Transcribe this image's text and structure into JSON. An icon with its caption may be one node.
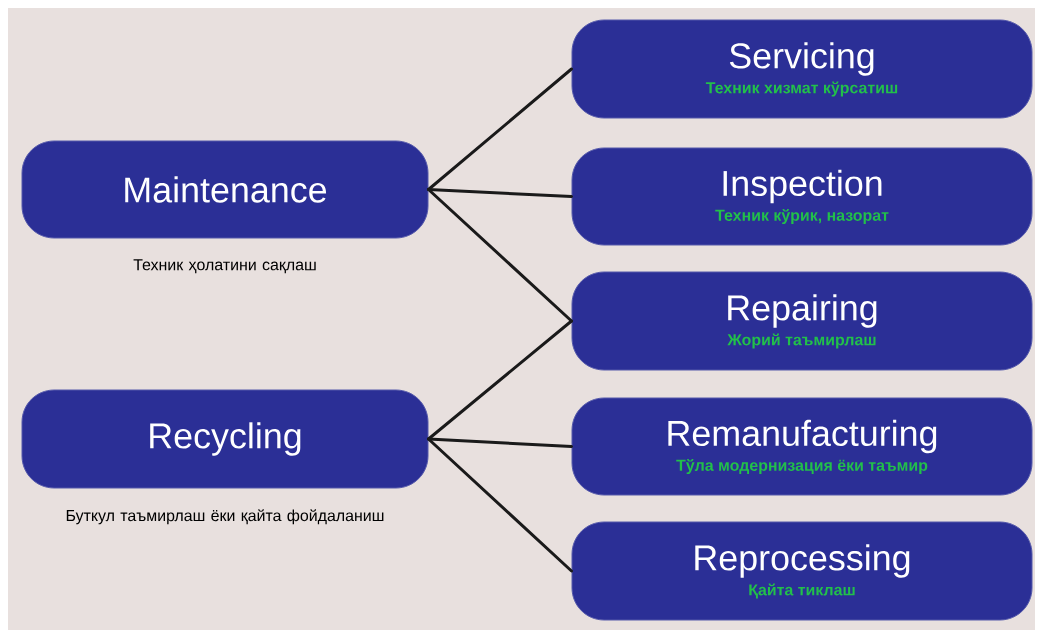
{
  "diagram": {
    "nodes": [
      {
        "text": [
          "Maintenance"
        ],
        "beside": [
          "Техник ҳолатини сақлаш"
        ]
      },
      {
        "text": [
          "Recycling"
        ],
        "beside": [
          "Буткул таъмирлаш ёки қайта фойдаланиш"
        ]
      },
      {
        "text": [
          "Servicing",
          "Техник хизмат кўрсатиш"
        ]
      },
      {
        "text": [
          "Inspection",
          "Техник кўрик, назорат"
        ]
      },
      {
        "text": [
          "Repairing",
          "Жорий таъмирлаш"
        ]
      },
      {
        "text": [
          "Remanufacturing",
          "Тўла модернизация ёки таъмир"
        ]
      },
      {
        "text": [
          "Reprocessing",
          "Қайта тиклаш"
        ]
      }
    ],
    "edges": [
      {
        "from": 0,
        "to": 2,
        "arrow": "none"
      },
      {
        "from": 0,
        "to": 3,
        "arrow": "none"
      },
      {
        "from": 0,
        "to": 4,
        "arrow": "none"
      },
      {
        "from": 1,
        "to": 4,
        "arrow": "none"
      },
      {
        "from": 1,
        "to": 5,
        "arrow": "none"
      },
      {
        "from": 1,
        "to": 6,
        "arrow": "none"
      }
    ]
  }
}
